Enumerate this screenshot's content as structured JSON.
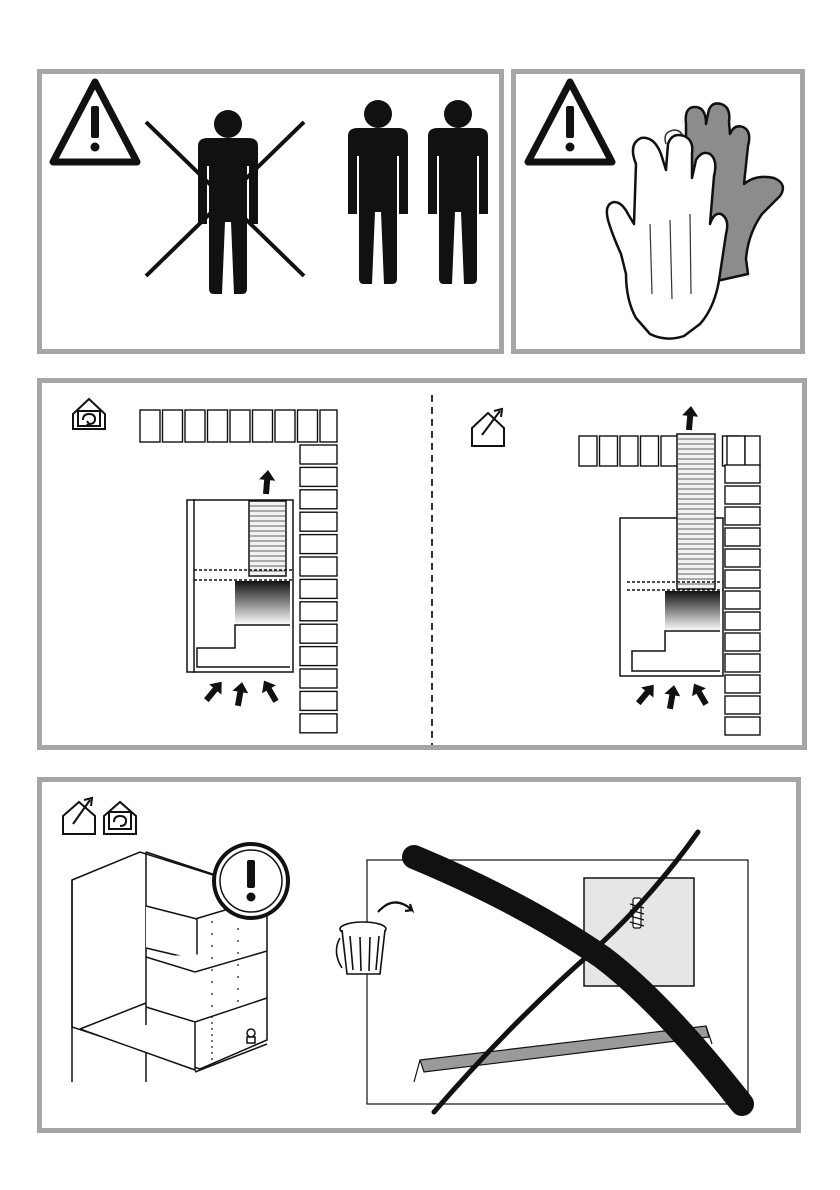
{
  "colors": {
    "panel_border": "#a6a6a6",
    "ink": "#1a1a1a",
    "glove_dark": "#8c8c8c",
    "glove_light": "#ffffff",
    "duct_fill": "#f2f2f2",
    "panel_fill": "#e6e6e6"
  },
  "panels": [
    {
      "id": "people",
      "icons": [
        "warning-triangle-icon",
        "crossed-single-person-icon",
        "two-persons-icon"
      ]
    },
    {
      "id": "gloves",
      "icons": [
        "warning-triangle-icon",
        "work-gloves-icon"
      ]
    },
    {
      "id": "modes",
      "icons": [
        "recirculation-mode-icon",
        "extraction-mode-icon",
        "airflow-arrow-icon"
      ]
    },
    {
      "id": "cabinet",
      "icons": [
        "extraction-mode-icon",
        "recirculation-mode-icon",
        "attention-exclamation-icon",
        "trash-bin-icon",
        "crossed-out-icon"
      ]
    }
  ]
}
